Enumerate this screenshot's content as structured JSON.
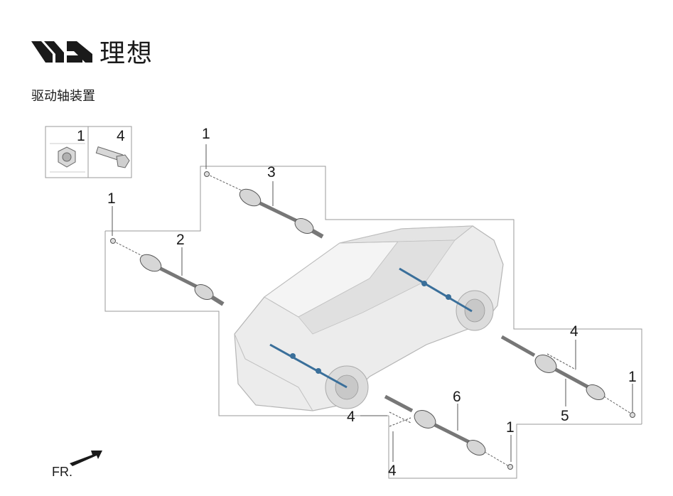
{
  "brand": {
    "name": "理想",
    "logo_icon": "li-auto-logo-icon"
  },
  "title": "驱动轴装置",
  "direction_label": "FR.",
  "inset": {
    "labels": [
      "1",
      "4"
    ],
    "icons": [
      "nut-icon",
      "bolt-icon"
    ]
  },
  "callouts": {
    "inset_nut": "1",
    "inset_bolt": "4",
    "shaft3_nut": "1",
    "shaft3": "3",
    "shaft2_nut": "1",
    "shaft2": "2",
    "shaft5_bolt": "4",
    "shaft5_nut": "1",
    "shaft5": "5",
    "shaft6_bolt_upper": "4",
    "shaft6": "6",
    "shaft6_nut": "1",
    "shaft6_bolt_lower": "4"
  },
  "colors": {
    "line": "#7a7a7a",
    "box": "#9a9a9a",
    "car_body": "#ececec",
    "car_outline": "#b5b5b5",
    "shaft_highlight": "#3a6f9a",
    "text": "#1a1a1a"
  }
}
